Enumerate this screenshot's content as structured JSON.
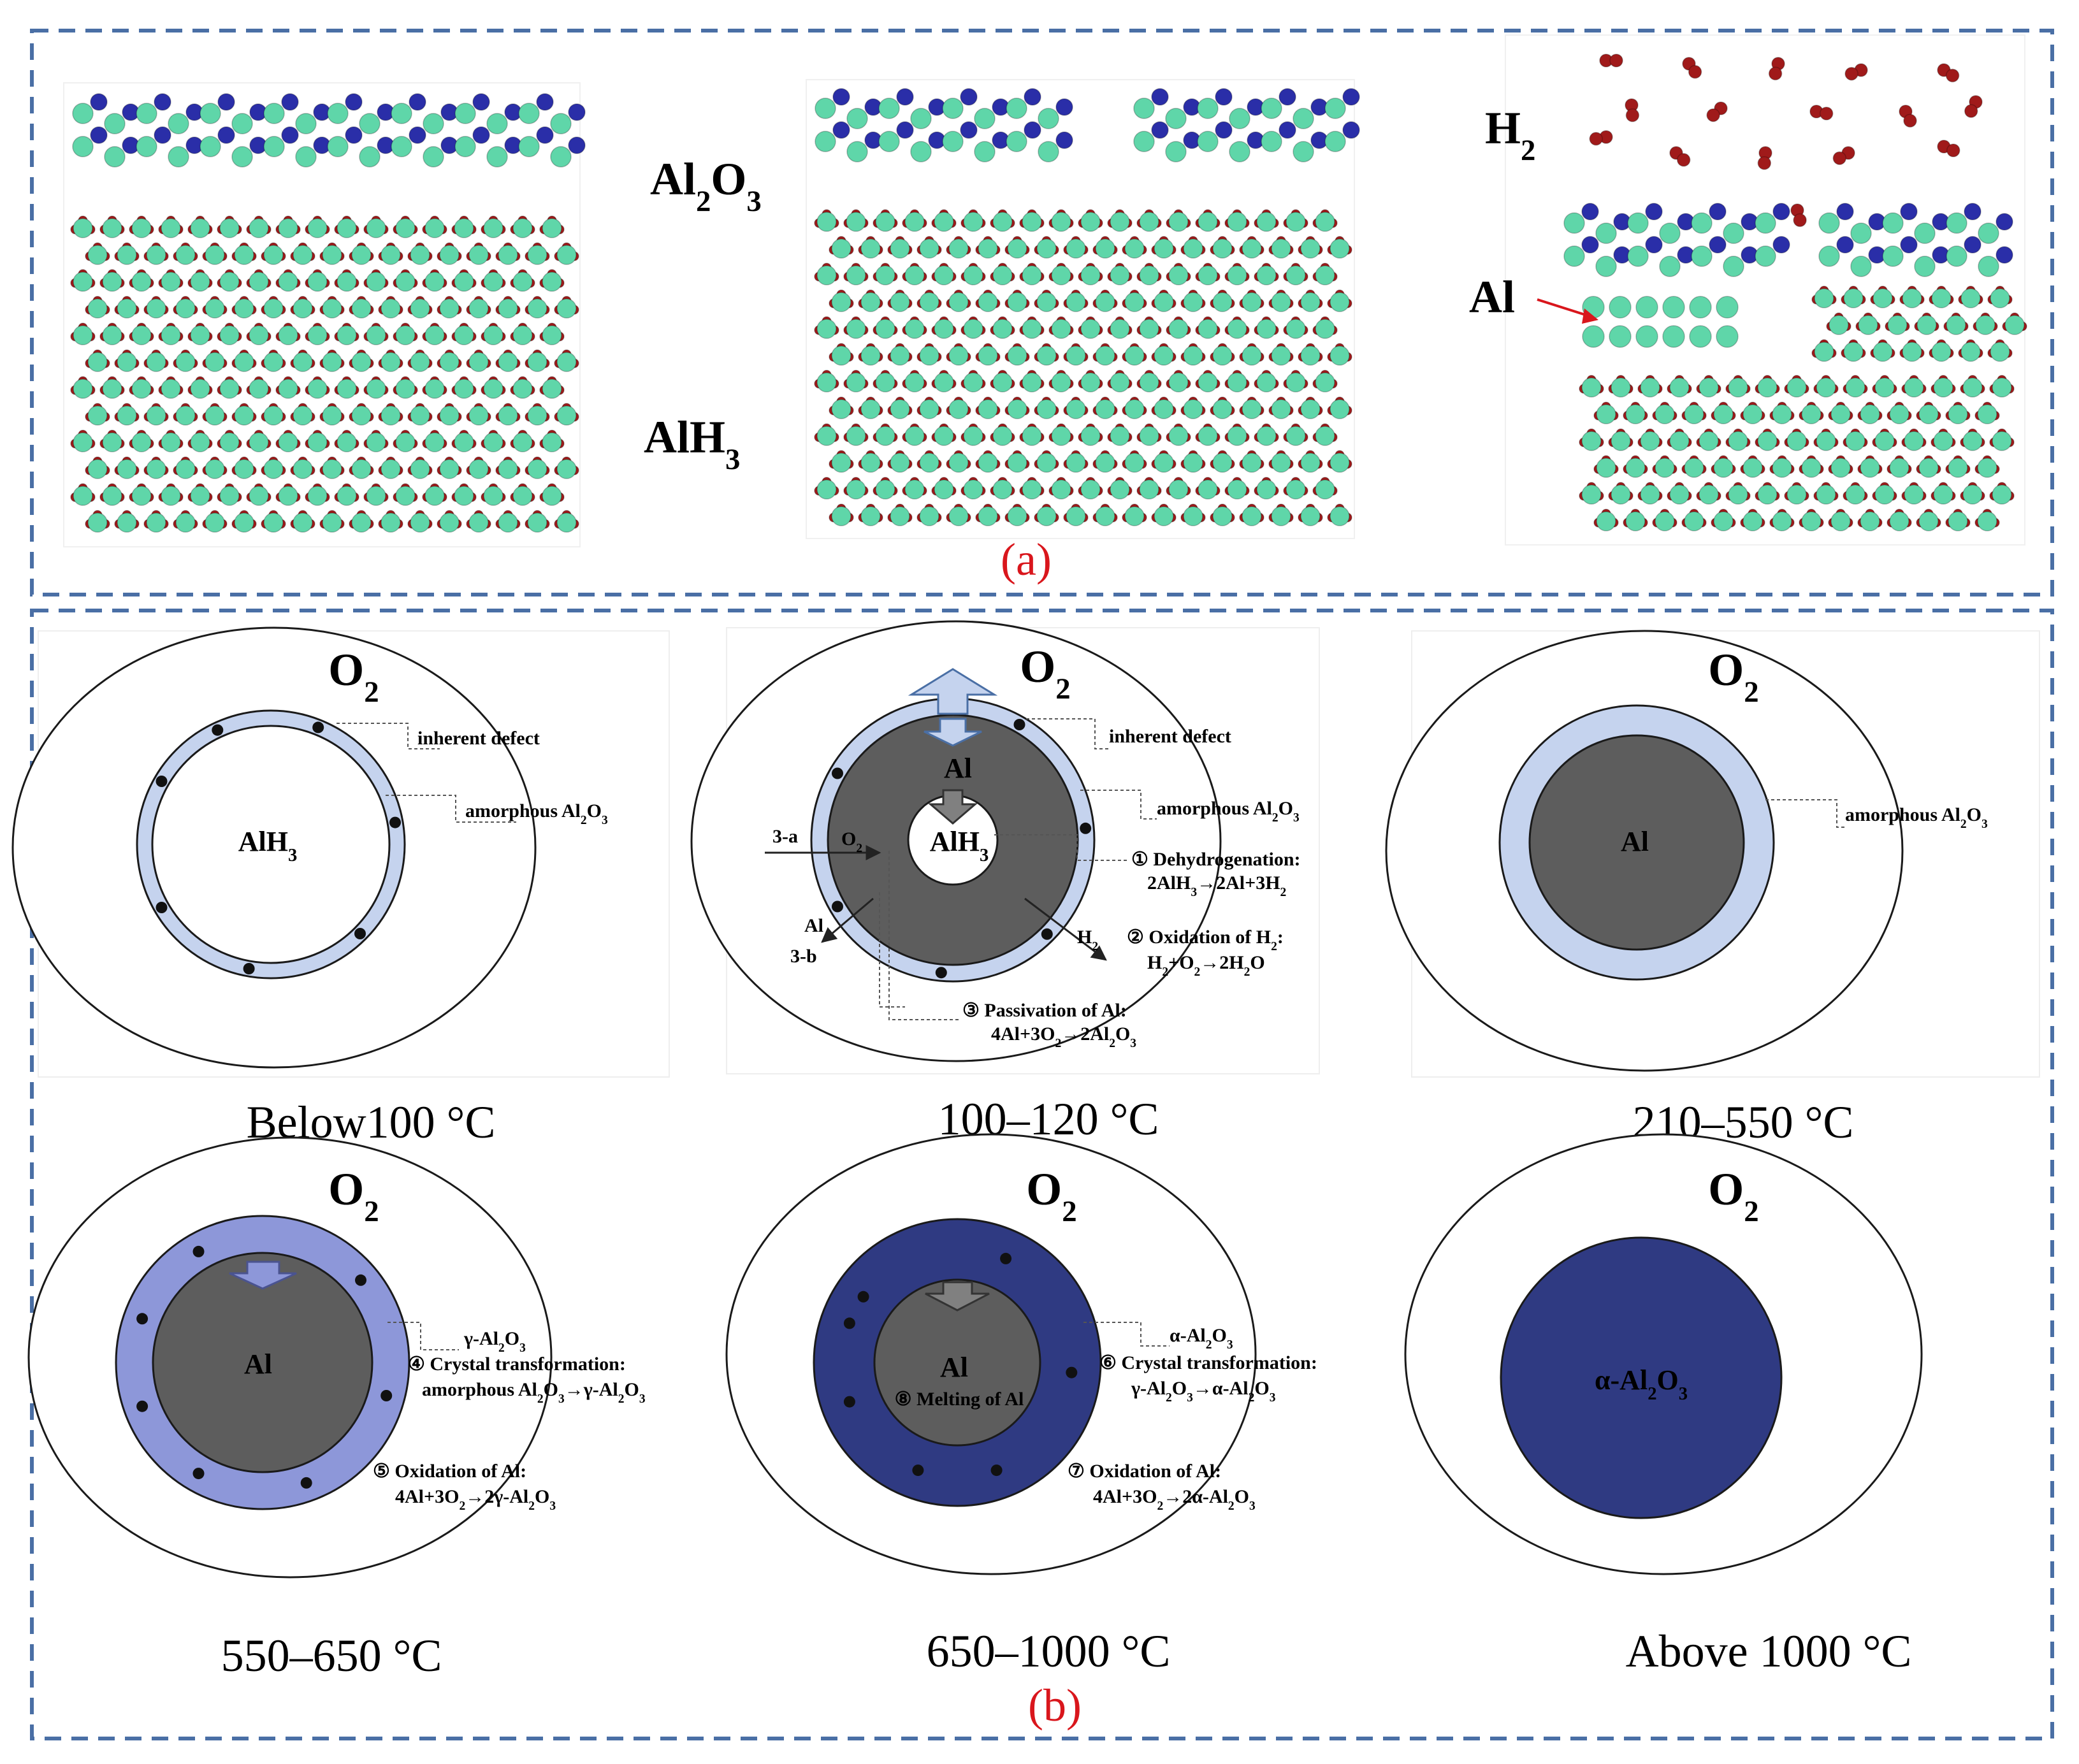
{
  "panel_a": {
    "label": "(a)",
    "oxide_label": "Al2O3",
    "hydride_label": "AlH3",
    "hydrogen_label": "H2",
    "aluminum_label": "Al"
  },
  "panel_b": {
    "label": "(b)",
    "stages": [
      {
        "caption": "Below100 °C",
        "o2": "O2",
        "core": "AlH3",
        "notes": [
          "inherent defect",
          "amorphous Al2O3"
        ]
      },
      {
        "caption": "100–120 °C",
        "o2": "O2",
        "core": "AlH3",
        "shell_core": "Al",
        "inherent_defect": "inherent defect",
        "amorphous": "amorphous Al2O3",
        "step1_title": "① Dehydrogenation:",
        "step1_eq": "2AlH3→2Al+3H2",
        "step2_title": "② Oxidation of H2:",
        "step2_eq": "H2+O2→2H2O",
        "step3_title": "③ Passivation of Al:",
        "step3_eq": "4Al+3O2→2Al2O3",
        "label_3a": "3-a",
        "label_3b": "3-b",
        "label_o2_in": "O2",
        "label_al_out": "Al",
        "label_h2_out": "H2"
      },
      {
        "caption": "210–550 °C",
        "o2": "O2",
        "core": "Al",
        "note": "amorphous Al2O3"
      },
      {
        "caption": "550–650 °C",
        "o2": "O2",
        "core": "Al",
        "shell": "γ-Al2O3",
        "step4_title": "④ Crystal transformation:",
        "step4_eq": "amorphous Al2O3→γ-Al2O3",
        "step5_title": "⑤ Oxidation of Al:",
        "step5_eq": "4Al+3O2→2γ-Al2O3"
      },
      {
        "caption": "650–1000 °C",
        "o2": "O2",
        "core": "Al",
        "melting": "⑧ Melting of Al",
        "shell": "α-Al2O3",
        "step6_title": "⑥ Crystal transformation:",
        "step6_eq": "γ-Al2O3→α-Al2O3",
        "step7_title": "⑦ Oxidation of Al:",
        "step7_eq": "4Al+3O2→2α-Al2O3"
      },
      {
        "caption": "Above 1000 °C",
        "o2": "O2",
        "core": "α-Al2O3"
      }
    ]
  },
  "colors": {
    "dashed_border": "#4a6fa5",
    "red_label": "#d9161c",
    "al_atom": "#5fd6a9",
    "o_atom": "#2a2ea8",
    "h_atom": "#a01a1a",
    "amorphous_shell": "#c5d3ee",
    "gamma_shell": "#8d97d9",
    "alpha_shell": "#2f3a82",
    "al_core": "#5d5d5d"
  }
}
